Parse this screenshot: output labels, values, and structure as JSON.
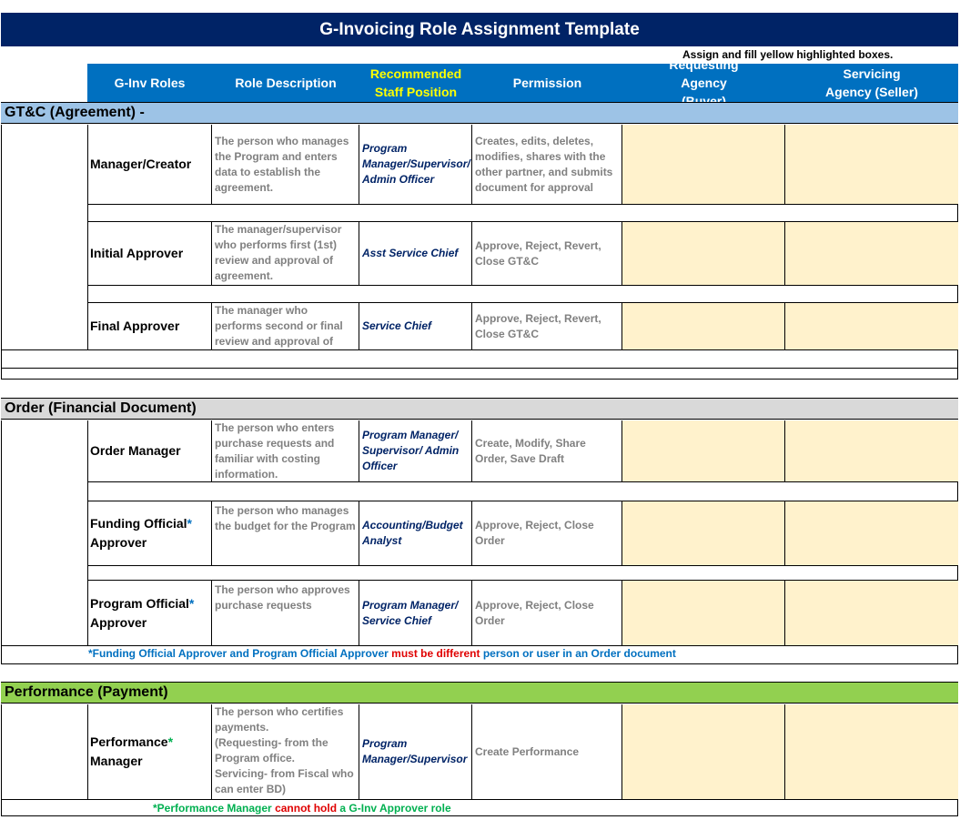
{
  "title": "G-Invoicing Role Assignment Template",
  "instruction": "Assign and fill yellow highlighted boxes.",
  "columns": {
    "roles": "G-Inv Roles",
    "description": "Role Description",
    "recommended": "Recommended Staff Position",
    "permission": "Permission",
    "requesting": "Requesting Agency (Buyer)",
    "servicing": "Servicing Agency (Seller)"
  },
  "colors": {
    "title_bg": "#002366",
    "header_bg": "#0070c0",
    "recommended_header_text": "#ffff00",
    "gtc_section_bg": "#9dc3e6",
    "order_section_bg": "#d9d9d9",
    "performance_section_bg": "#92d050",
    "fill_box": "#fff2cc"
  },
  "sections": {
    "gtc": {
      "title": "GT&C (Agreement) -",
      "rows": [
        {
          "role": "Manager/Creator",
          "description": "The person who manages the Program and enters data to establish the agreement.",
          "position": "Program Manager/Supervisor/ Admin Officer",
          "permission": "Creates, edits, deletes, modifies, shares with the other partner, and submits document for approval"
        },
        {
          "role": "Initial Approver",
          "description": "The manager/supervisor who performs first (1st) review and approval of agreement.",
          "position": "Asst Service Chief",
          "permission": "Approve, Reject, Revert, Close GT&C"
        },
        {
          "role": "Final Approver",
          "description": "The manager who performs second or final review and approval of agreement.",
          "position": "Service Chief",
          "permission": "Approve, Reject, Revert, Close GT&C"
        }
      ]
    },
    "order": {
      "title": "Order (Financial Document)",
      "rows": [
        {
          "role": "Order Manager",
          "description": "The person who enters purchase requests  and familiar with costing information.",
          "position": "Program Manager/ Supervisor/ Admin Officer",
          "permission": "Create, Modify, Share Order, Save Draft"
        },
        {
          "role": "Funding Official",
          "role_line2": "Approver",
          "asterisk": "*",
          "description": "The person who manages the budget for the Program",
          "position": "Accounting/Budget Analyst",
          "permission": "Approve, Reject, Close Order"
        },
        {
          "role": "Program Official",
          "role_line2": "Approver",
          "asterisk": "*",
          "description": "The person who approves purchase requests",
          "position": "Program Manager/ Service Chief",
          "permission": "Approve, Reject, Close Order"
        }
      ],
      "footnote": {
        "part1": "*Funding Official Approver and Program Official Approver ",
        "part2": "must be different",
        "part3": " person or user in an Order document"
      }
    },
    "performance": {
      "title": "Performance (Payment)",
      "rows": [
        {
          "role": "Performance",
          "role_line2": "Manager",
          "asterisk": "*",
          "description_lines": [
            "The person who certifies payments.",
            "(Requesting- from the Program office.",
            "Servicing- from Fiscal who can enter BD)"
          ],
          "position": "Program Manager/Supervisor",
          "permission": "Create Performance"
        }
      ],
      "footnote": {
        "part1": "*Performance Manager ",
        "part2": "cannot hold",
        "part3": " a G-Inv Approver role"
      }
    }
  }
}
